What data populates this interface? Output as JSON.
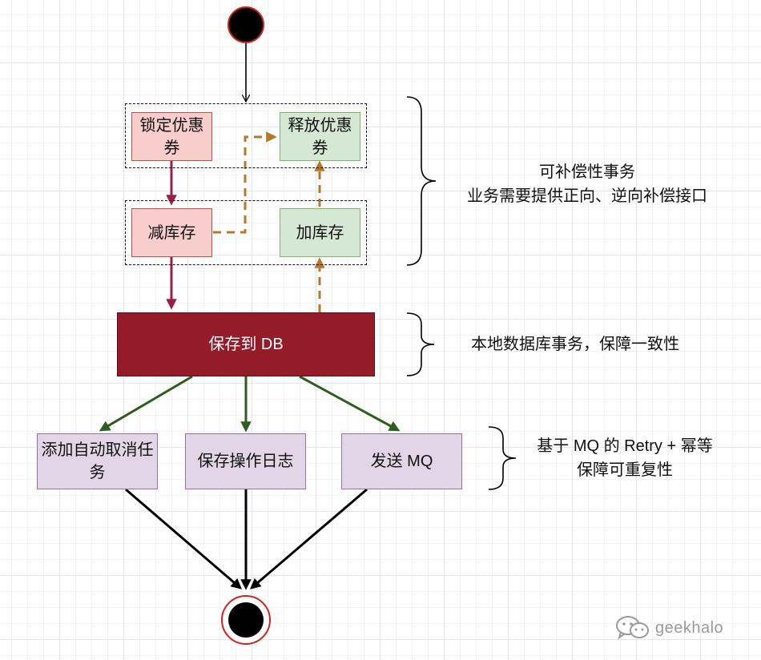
{
  "nodes": {
    "lock_coupon": "锁定优惠券",
    "release_coupon": "释放优惠券",
    "reduce_stock": "减库存",
    "add_stock": "加库存",
    "save_db": "保存到 DB",
    "add_cancel_task": "添加自动取消任务",
    "save_log": "保存操作日志",
    "send_mq": "发送 MQ"
  },
  "notes": {
    "compensation": [
      "可补偿性事务",
      "业务需要提供正向、逆向补偿接口"
    ],
    "local_tx": "本地数据库事务，保障一致性",
    "mq_retry": [
      "基于 MQ 的 Retry + 幂等",
      "保障可重复性"
    ]
  },
  "watermark": {
    "text": "geekhalo",
    "icon": "wechat-icon"
  },
  "colors": {
    "forward_arrow": "#9b1f45",
    "compensate_arrow": "#b8782c",
    "fanout_arrow": "#2e5e1e",
    "db_fill": "#931c28",
    "start_end": "#000000",
    "end_ring": "#d0231b"
  }
}
